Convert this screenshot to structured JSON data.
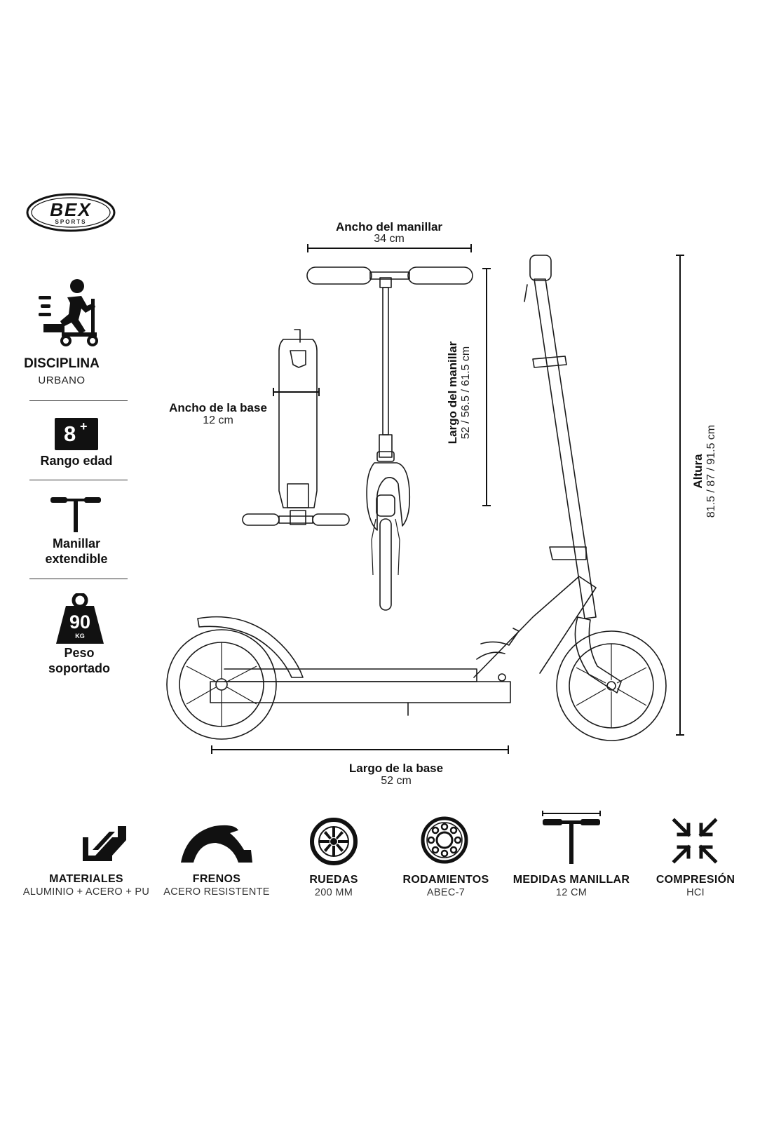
{
  "brand": {
    "logo_text": "BEX",
    "logo_sub": "SPORTS"
  },
  "sidebar": {
    "discipline": {
      "title": "DISCIPLINA",
      "value": "URBANO"
    },
    "age": {
      "badge": "8",
      "badge_sup": "+",
      "label": "Rango edad"
    },
    "handlebar": {
      "line1": "Manillar",
      "line2": "extendible"
    },
    "weight": {
      "value": "90",
      "unit": "KG",
      "line1": "Peso",
      "line2": "soportado"
    }
  },
  "dimensions": {
    "handlebar_width": {
      "label": "Ancho del manillar",
      "value": "34 cm"
    },
    "handlebar_length": {
      "label": "Largo del manillar",
      "value": "52 / 56.5 / 61.5 cm"
    },
    "base_width": {
      "label": "Ancho de la base",
      "value": "12 cm"
    },
    "base_length": {
      "label": "Largo de la base",
      "value": "52 cm"
    },
    "height": {
      "label": "Altura",
      "value": "81.5 / 87 / 91.5 cm"
    }
  },
  "features": [
    {
      "icon": "aluminum-profile-icon",
      "title": "MATERIALES",
      "sub": "ALUMINIO + ACERO + PU"
    },
    {
      "icon": "fender-brake-icon",
      "title": "FRENOS",
      "sub": "ACERO RESISTENTE"
    },
    {
      "icon": "wheel-icon",
      "title": "RUEDAS",
      "sub": "200 MM"
    },
    {
      "icon": "bearing-icon",
      "title": "RODAMIENTOS",
      "sub": "ABEC-7"
    },
    {
      "icon": "handlebar-measure-icon",
      "title": "MEDIDAS MANILLAR",
      "sub": "12 CM"
    },
    {
      "icon": "compression-arrows-icon",
      "title": "COMPRESIÓN",
      "sub": "HCI"
    }
  ]
}
